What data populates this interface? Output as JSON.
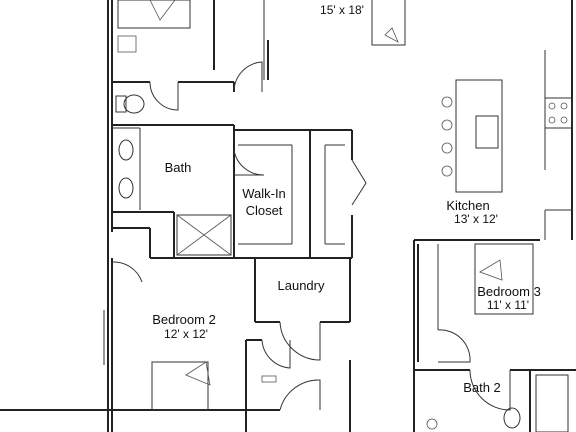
{
  "rooms": {
    "top_room": {
      "dims": "15' x 18'"
    },
    "bath": {
      "label": "Bath"
    },
    "walk_in_closet": {
      "label_line1": "Walk-In",
      "label_line2": "Closet"
    },
    "kitchen": {
      "label": "Kitchen",
      "dims": "13' x 12'"
    },
    "laundry": {
      "label": "Laundry"
    },
    "bedroom2": {
      "label": "Bedroom 2",
      "dims": "12' x 12'"
    },
    "bedroom3": {
      "label": "Bedroom 3",
      "dims": "11' x 11'"
    },
    "bath2": {
      "label": "Bath 2"
    }
  },
  "colors": {
    "wall": "#222222",
    "fixture": "#333333",
    "background": "#ffffff"
  }
}
